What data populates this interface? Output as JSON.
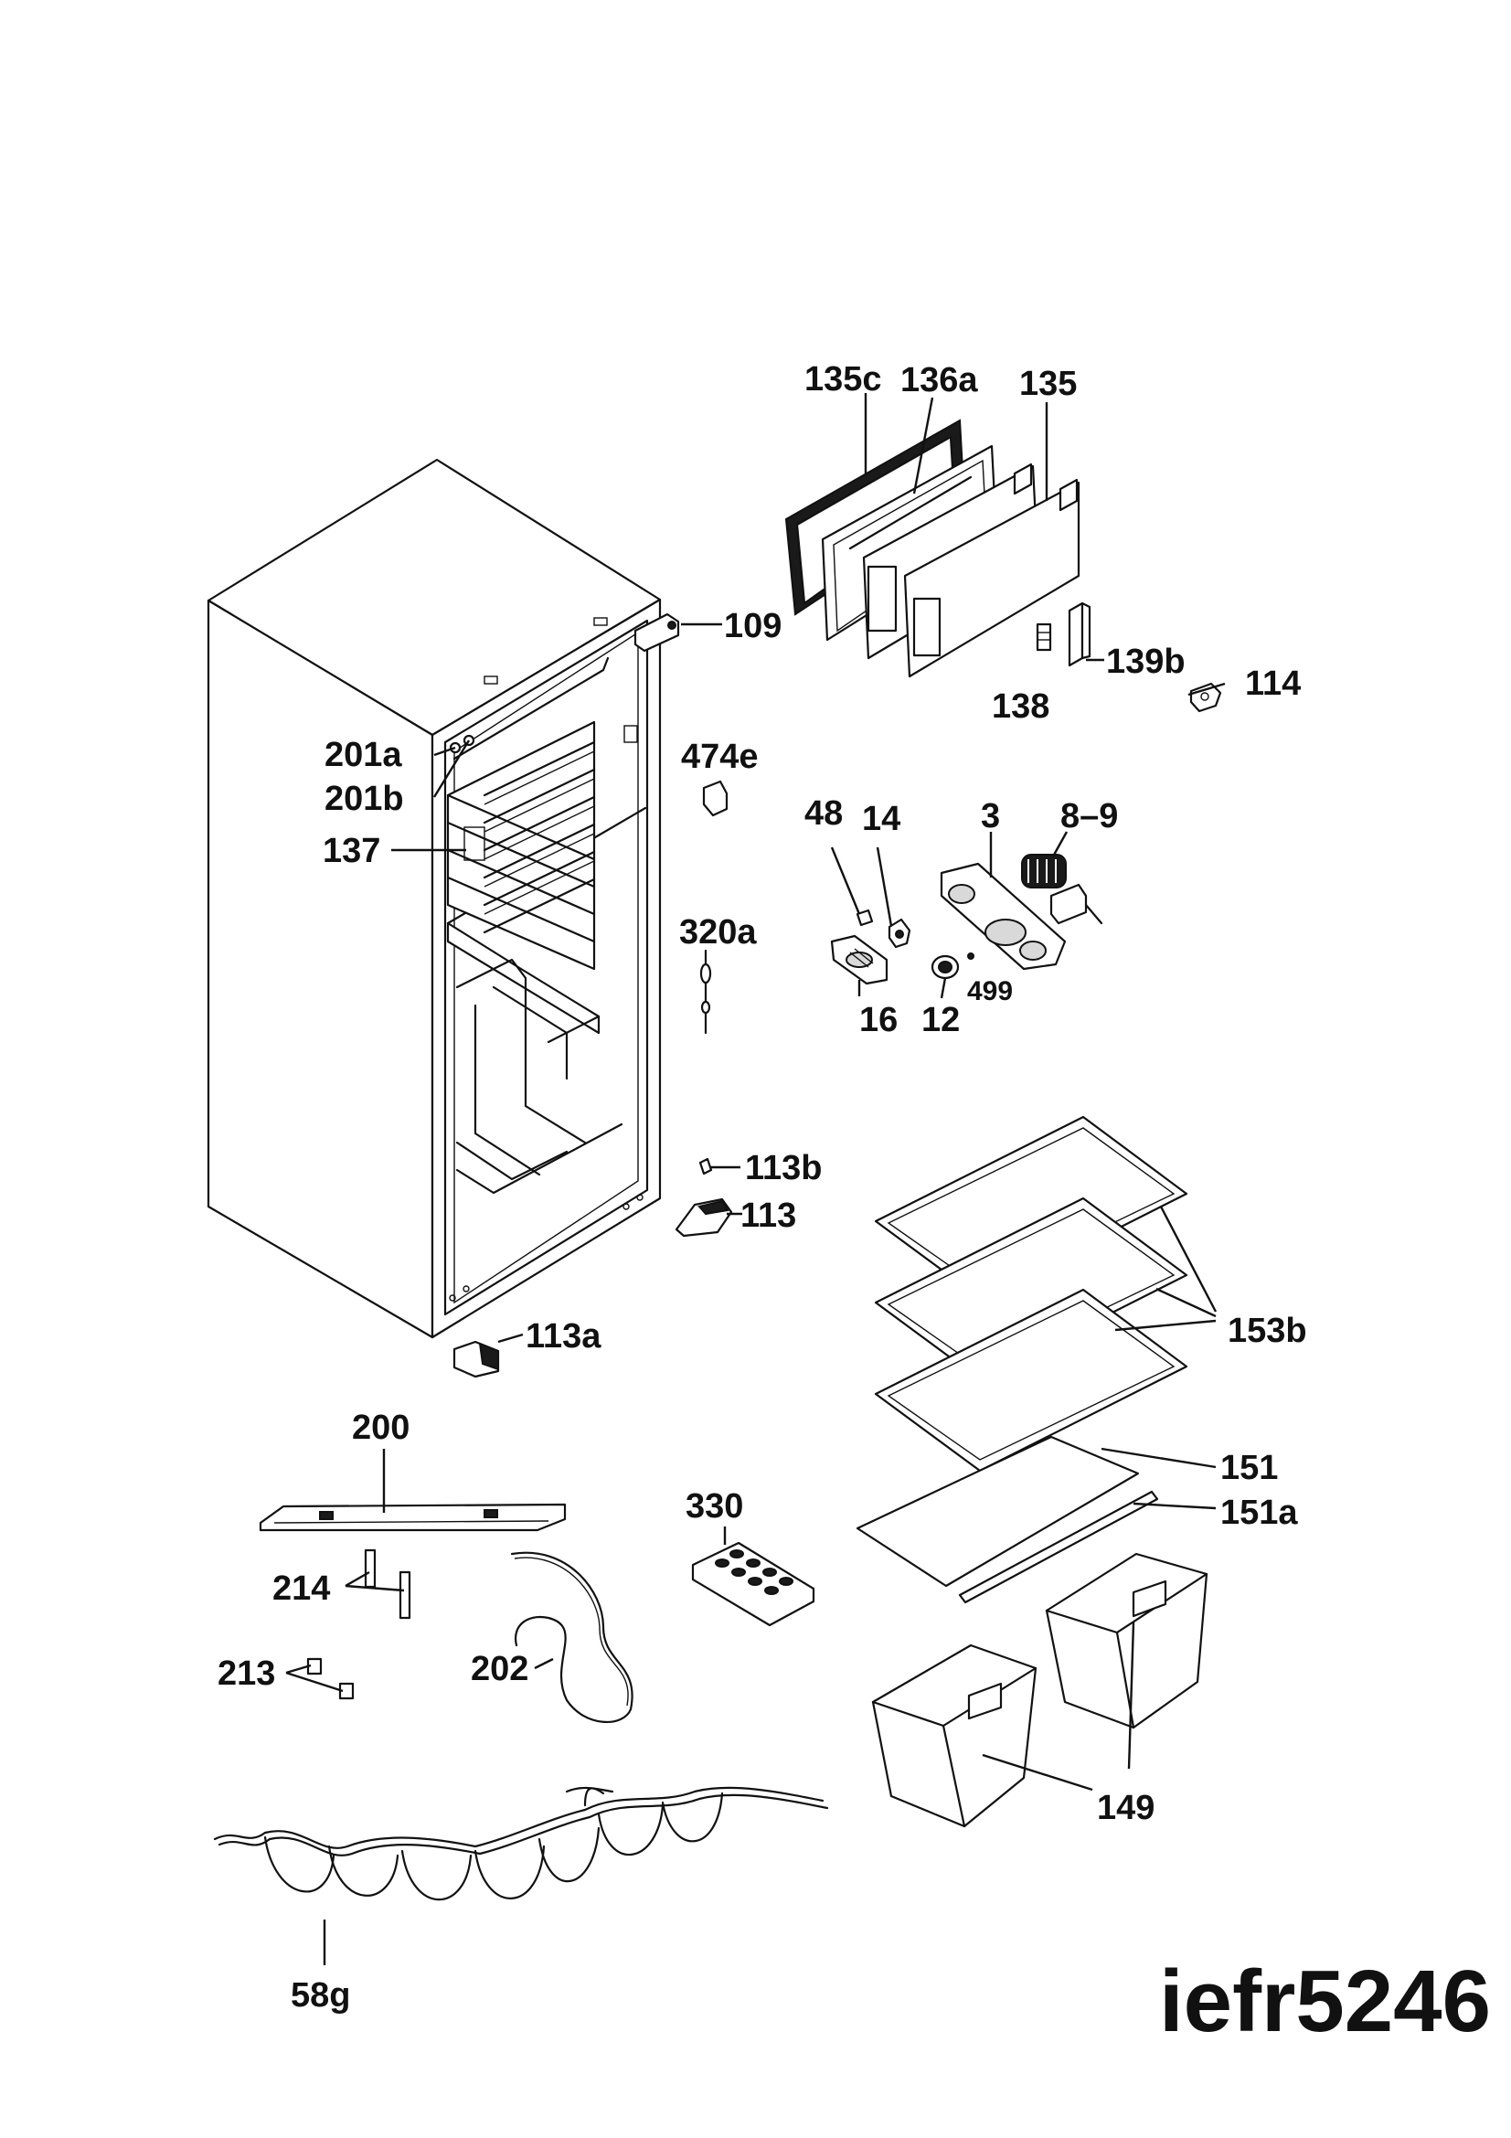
{
  "diagram": {
    "model": "iefr5246",
    "labels": {
      "l135c": "135c",
      "l136a": "136a",
      "l135": "135",
      "l109": "109",
      "l139b": "139b",
      "l114": "114",
      "l138": "138",
      "l201a": "201a",
      "l201b": "201b",
      "l137": "137",
      "l474e": "474e",
      "l48": "48",
      "l14": "14",
      "l3": "3",
      "l89": "8–9",
      "l320a": "320a",
      "l499": "499",
      "l16": "16",
      "l12": "12",
      "l113b": "113b",
      "l113": "113",
      "l153b": "153b",
      "l113a": "113a",
      "l200": "200",
      "l151": "151",
      "l151a": "151a",
      "l330": "330",
      "l214": "214",
      "l202": "202",
      "l213": "213",
      "l149": "149",
      "l58g": "58g"
    }
  }
}
